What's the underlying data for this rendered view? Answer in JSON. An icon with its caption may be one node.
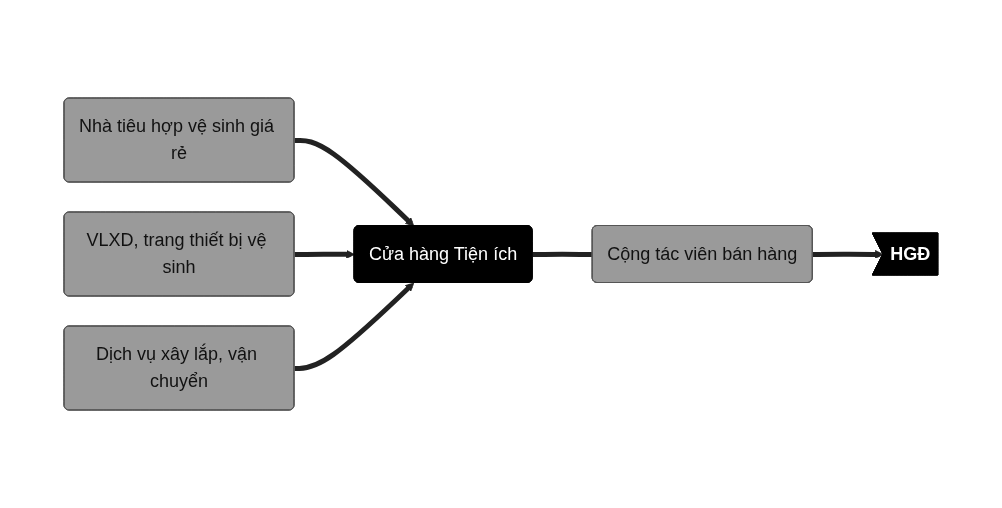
{
  "diagram": {
    "nodes": [
      {
        "text": [
          "Nhà tiêu hợp vệ sinh giá rẻ"
        ]
      },
      {
        "text": [
          "VLXD, trang thiết bị vệ sinh"
        ]
      },
      {
        "text": [
          "Dịch vụ xây lắp, vận chuyển"
        ]
      },
      {
        "text": [
          "Cửa hàng Tiện ích"
        ]
      },
      {
        "text": [
          "Cộng tác viên bán hàng"
        ]
      },
      {
        "text": [
          "HGĐ"
        ]
      }
    ],
    "edges": [
      {
        "from": 0,
        "to": 3,
        "arrow": "to"
      },
      {
        "from": 1,
        "to": 3,
        "arrow": "to"
      },
      {
        "from": 2,
        "to": 3,
        "arrow": "to"
      },
      {
        "from": 3,
        "to": 4,
        "arrow": "none"
      },
      {
        "from": 4,
        "to": 5,
        "arrow": "to"
      }
    ]
  }
}
